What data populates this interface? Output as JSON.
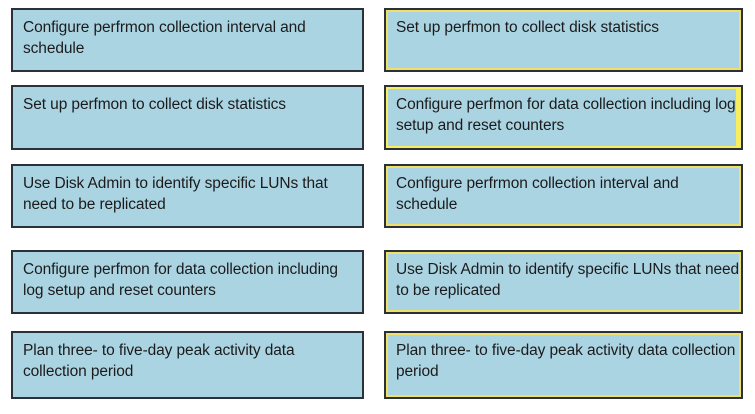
{
  "exercise": {
    "type": "drag-and-drop-ordering",
    "columns": 2,
    "rows": 5,
    "colors": {
      "card_fill": "#ABD4E3",
      "card_border": "#2b3138",
      "selected_border": "#F2E55C",
      "page_background": "#ffffff",
      "text": "#1b1b1b"
    }
  },
  "source_column": {
    "name": "source-options",
    "cards": [
      {
        "id": "src-1",
        "text": "Configure perfrmon collection interval and schedule"
      },
      {
        "id": "src-2",
        "text": "Set up perfmon to collect disk statistics"
      },
      {
        "id": "src-3",
        "text": "Use Disk Admin to identify specific LUNs that need to be replicated"
      },
      {
        "id": "src-4",
        "text": "Configure perfmon for data collection including log setup and reset counters"
      },
      {
        "id": "src-5",
        "text": "Plan three- to five-day peak activity data collection period"
      }
    ]
  },
  "answer_column": {
    "name": "answer-area",
    "cards": [
      {
        "id": "ans-1",
        "text": "Set up perfmon to collect disk statistics"
      },
      {
        "id": "ans-2",
        "text": "Configure perfmon for data collection including log setup and reset counters"
      },
      {
        "id": "ans-3",
        "text": "Configure perfrmon collection interval and schedule"
      },
      {
        "id": "ans-4",
        "text": "Use Disk Admin to identify specific LUNs that need to be replicated"
      },
      {
        "id": "ans-5",
        "text": "Plan three- to five-day peak activity data collection period"
      }
    ]
  }
}
